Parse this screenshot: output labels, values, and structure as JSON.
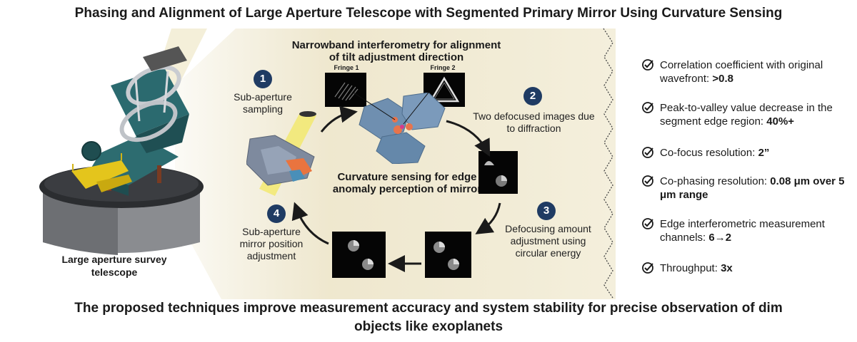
{
  "title": "Phasing and Alignment of Large Aperture Telescope with Segmented Primary Mirror Using Curvature Sensing",
  "telescope_caption": "Large aperture survey telescope",
  "interferometry_heading": "Narrowband interferometry for alignment of tilt adjustment direction",
  "fringe_labels": [
    "Fringe 1",
    "Fringe 2"
  ],
  "curvature_heading": "Curvature sensing for edge anomaly perception of mirror",
  "steps": [
    {
      "number": "1",
      "label": "Sub-aperture sampling"
    },
    {
      "number": "2",
      "label": "Two defocused images due to diffraction"
    },
    {
      "number": "3",
      "label": "Defocusing amount adjustment using circular energy"
    },
    {
      "number": "4",
      "label": "Sub-aperture mirror position adjustment"
    }
  ],
  "results": [
    {
      "text": "Correlation coefficient with original wavefront: ",
      "value": ">0.8"
    },
    {
      "text": "Peak-to-valley value decrease in the segment edge region: ",
      "value": "40%+"
    },
    {
      "text": "Co-focus resolution: ",
      "value": "2”"
    },
    {
      "text": "Co-phasing resolution: ",
      "value": "0.08 μm over 5 μm range"
    },
    {
      "text": "Edge interferometric measurement channels: ",
      "value": "6→2"
    },
    {
      "text": "Throughput: ",
      "value": "3x"
    }
  ],
  "conclusion": "The proposed techniques improve measurement accuracy and system stability for precise observation of dim objects like exoplanets",
  "colors": {
    "badge": "#1f3b63",
    "beam": "#efe8cf",
    "segment": "#6f8fb0",
    "steel": "#2c6f74",
    "highlight": "#f2d23a"
  }
}
